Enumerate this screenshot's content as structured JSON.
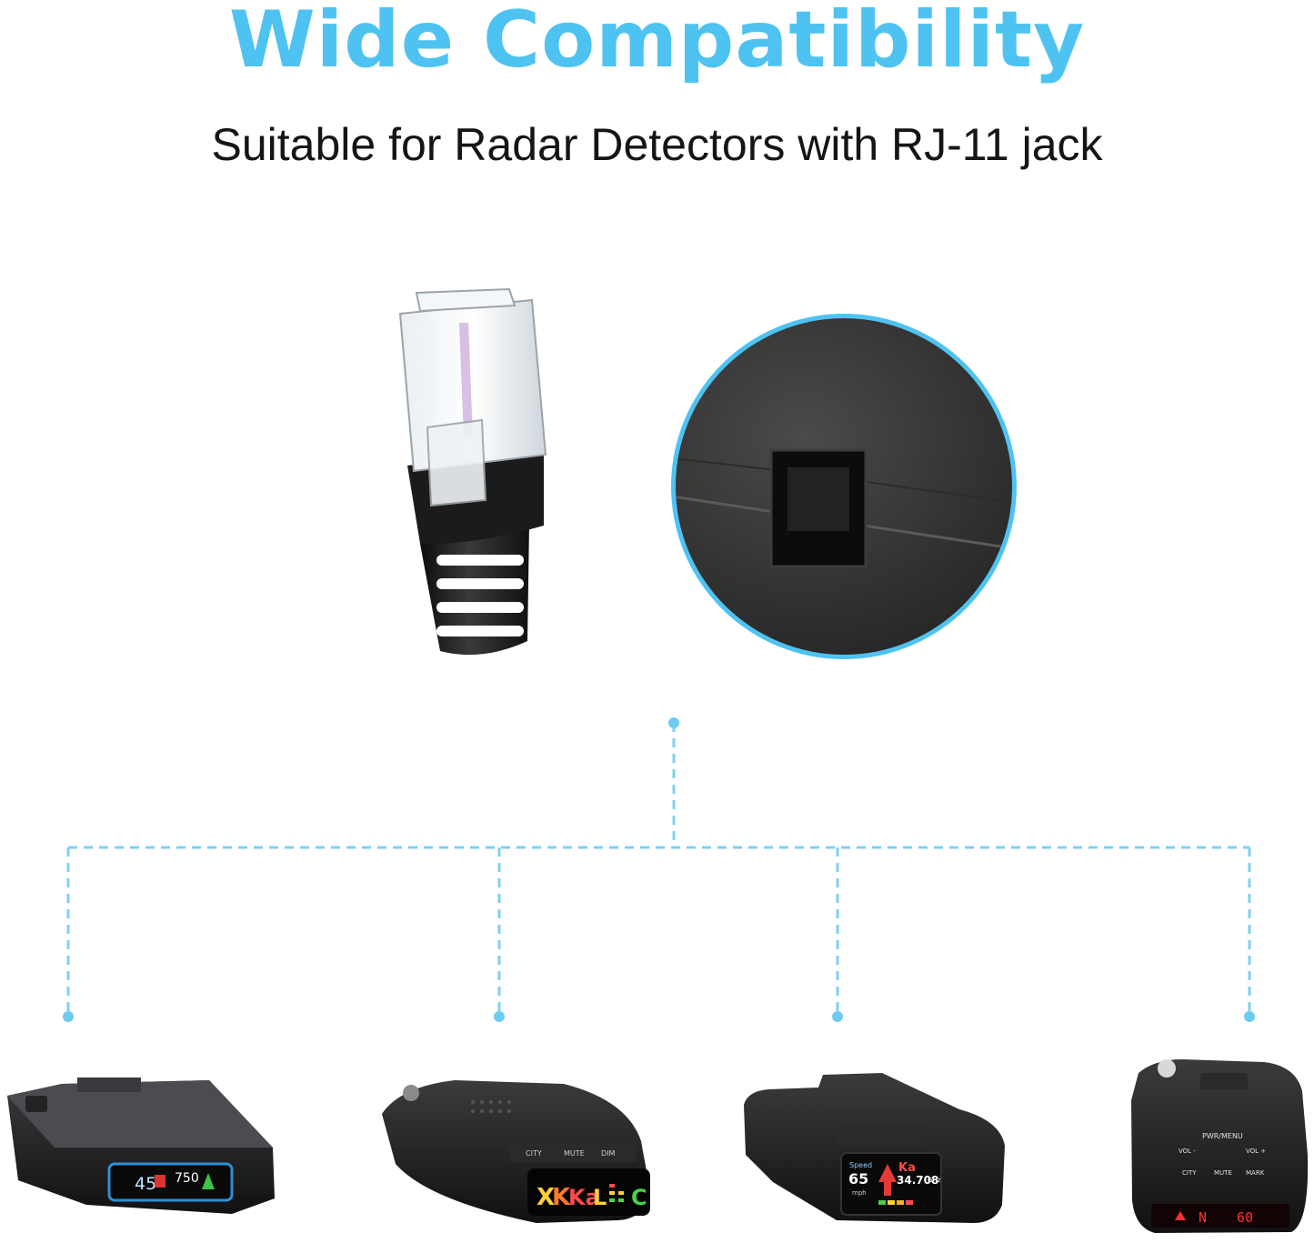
{
  "header": {
    "title": "Wide Compatibility",
    "subtitle": "Suitable for Radar Detectors with RJ-11 jack"
  },
  "colors": {
    "accent": "#4ec3f2",
    "text": "#151515",
    "device_dark": "#1c1c1e"
  },
  "illustrations": {
    "plug": "rj11-plug-icon",
    "jack": "rj11-jack-icon",
    "devices": [
      "radar-detector-icon",
      "radar-detector-icon",
      "radar-detector-icon",
      "radar-detector-icon"
    ]
  },
  "displays": {
    "d1_values": [
      "45",
      "750"
    ],
    "d2_bands": [
      "X",
      "K",
      "Ka",
      "L",
      "C"
    ],
    "d3_speed": "65",
    "d3_unit": "mph",
    "d3_band": "Ka",
    "d3_freq": "34.708",
    "d3_freq_unit": "GHz",
    "d3_label": "Speed",
    "d4_buttons": [
      "PWR/MENU",
      "VOL -",
      "VOL +",
      "CITY",
      "MUTE",
      "MARK"
    ],
    "d4_readout": [
      "N",
      "60"
    ],
    "d2_buttons": [
      "CITY",
      "MUTE",
      "DIM"
    ]
  }
}
